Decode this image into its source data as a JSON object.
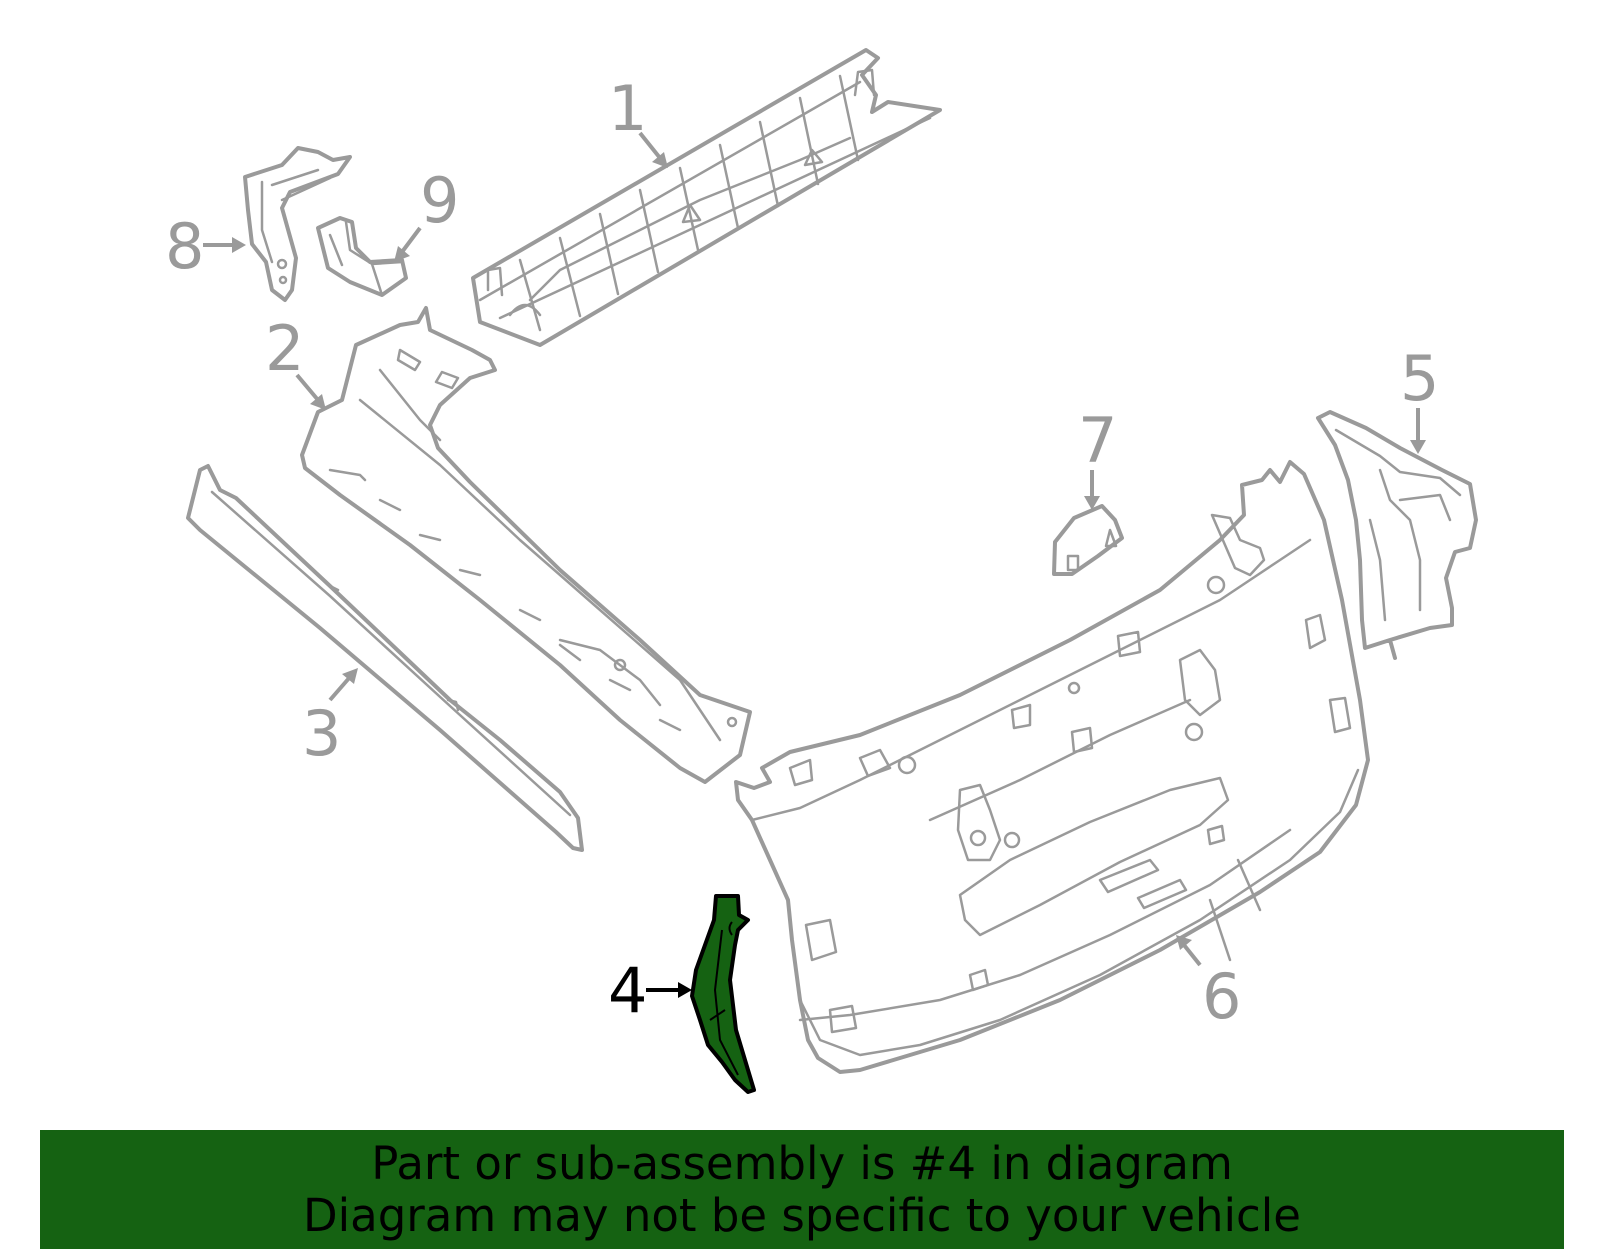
{
  "callouts": {
    "c1": "1",
    "c2": "2",
    "c3": "3",
    "c4": "4",
    "c5": "5",
    "c6": "6",
    "c7": "7",
    "c8": "8",
    "c9": "9"
  },
  "highlight_color": "#156212",
  "line_color": "#9a9a9a",
  "footer": {
    "line1": "Part or sub-assembly is #4 in diagram",
    "line2": "Diagram may not be specific to your vehicle"
  }
}
